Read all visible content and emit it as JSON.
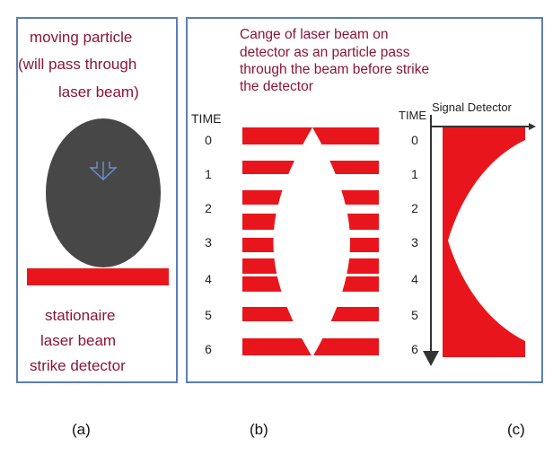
{
  "panel_a": {
    "caption_top": [
      "moving particle",
      "(will pass through",
      "laser beam)"
    ],
    "caption_bottom": [
      "stationaire",
      "laser  beam",
      "strike detector"
    ]
  },
  "panel_b": {
    "caption": [
      "Cange of laser beam on",
      "detector as an particle pass",
      "through the beam before strike",
      "the detector"
    ],
    "time_label": "TIME",
    "time_ticks": [
      "0",
      "1",
      "2",
      "3",
      "4",
      "5",
      "6"
    ]
  },
  "panel_c": {
    "time_label": "TIME",
    "signal_label": "Signal Detector",
    "time_ticks": [
      "0",
      "1",
      "2",
      "3",
      "4",
      "5",
      "6"
    ]
  },
  "subfigure_labels": [
    "(a)",
    "(b)",
    "(c)"
  ],
  "colors": {
    "beam": "#e8161c",
    "particle": "#474747",
    "text": "#8b1538",
    "border": "#5b7fb5",
    "arrow": "#6e8fd6"
  }
}
